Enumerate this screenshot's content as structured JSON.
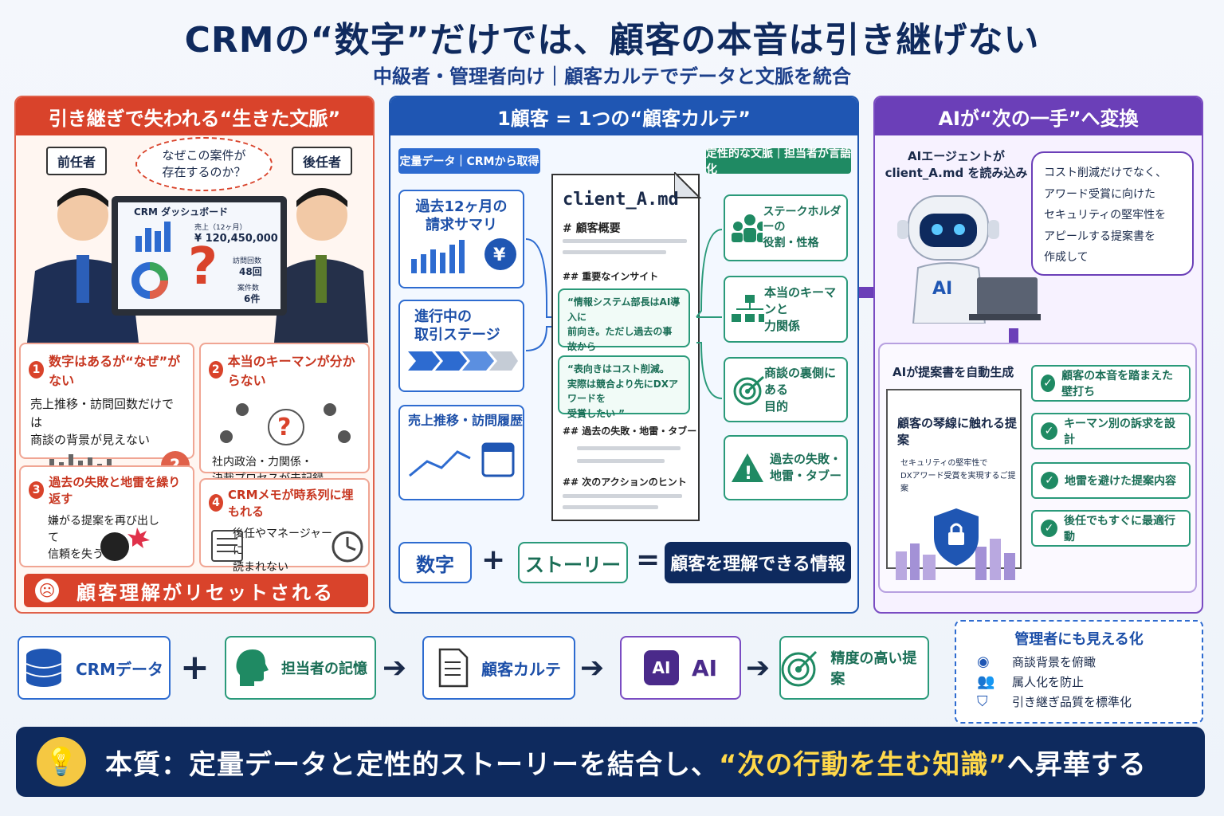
{
  "title": "CRMの“数字”だけでは、顧客の本音は引き継げない",
  "subtitle": "中級者・管理者向け｜顧客カルテでデータと文脈を統合",
  "left": {
    "header": "引き継ぎで失われる“生きた文脈”",
    "predecessor": "前任者",
    "successor": "後任者",
    "bubble": "なぜこの案件が\n存在するのか？",
    "dashboard": {
      "title": "CRM ダッシュボード",
      "sales_label": "売上（12ヶ月）",
      "sales_value": "¥ 120,450,000",
      "visits_label": "訪問回数",
      "visits_value": "48回",
      "deals_label": "案件数",
      "deals_value": "6件"
    },
    "cards": [
      {
        "num": "1",
        "title": "数字はあるが“なぜ”がない",
        "text": "売上推移・訪問回数だけでは\n商談の背景が見えない"
      },
      {
        "num": "2",
        "title": "本当のキーマンが分からない",
        "text": "社内政治・力関係・\n決裁プロセスが未記録"
      },
      {
        "num": "3",
        "title": "過去の失敗と地雷を繰り返す",
        "text": "嫌がる提案を再び出して\n信頼を失う"
      },
      {
        "num": "4",
        "title": "CRMメモが時系列に埋もれる",
        "text": "後任やマネージャーに\n読まれない"
      }
    ],
    "reset": "顧客理解がリセットされる"
  },
  "mid": {
    "header": "1顧客 = 1つの“顧客カルテ”",
    "quant_label": "定量データ｜CRMから取得",
    "qual_label": "定性的な文脈｜担当者が言語化",
    "quant": [
      "過去12ヶ月の\n請求サマリ",
      "進行中の\n取引ステージ",
      "売上推移・訪問履歴"
    ],
    "qual": [
      "ステークホルダーの\n役割・性格",
      "本当のキーマンと\n力関係",
      "商談の裏側にある\n目的",
      "過去の失敗・\n地雷・タブー"
    ],
    "doc": {
      "filename": "client_A.md",
      "h1": "# 顧客概要",
      "h2": "## 重要なインサイト",
      "q1": "“情報システム部長はAI導入に\n前向き。ただし過去の事故から\nセキュリティ評価に厳しい ”",
      "q2": "“表向きはコスト削減。\n実際は競合より先にDXアワードを\n受賞したい ”",
      "h3": "## 過去の失敗・地雷・タブー",
      "h4": "## 次のアクションのヒント"
    },
    "eq": {
      "a": "数字",
      "b": "ストーリー",
      "c": "顧客を理解できる情報"
    }
  },
  "right": {
    "header": "AIが“次の一手”へ変換",
    "agent_text": "AIエージェントが\nclient_A.md を読み込み",
    "robot_label": "AI",
    "bubble": "コスト削減だけでなく、\nアワード受賞に向けた\nセキュリティの堅牢性を\nアピールする提案書を\n作成して",
    "gen_label": "AIが提案書を自動生成",
    "proposal_title": "顧客の琴線に触れる提案",
    "proposal_sub": "セキュリティの堅牢性で\nDXアワード受賞を実現するご提案",
    "checks": [
      "顧客の本音を踏まえた壁打ち",
      "キーマン別の訴求を設計",
      "地雷を避けた提案内容",
      "後任でもすぐに最適行動"
    ]
  },
  "flow": [
    "CRMデータ",
    "担当者の記憶",
    "顧客カルテ",
    "AI",
    "精度の高い提案"
  ],
  "flow_ai_badge": "AI",
  "mgr": {
    "title": "管理者にも見える化",
    "items": [
      "商談背景を俯瞰",
      "属人化を防止",
      "引き継ぎ品質を標準化"
    ]
  },
  "bottom": {
    "pre": "本質：定量データと定性的ストーリーを結合し、",
    "hl": "“次の行動を生む知識”",
    "post": "へ昇華する"
  },
  "colors": {
    "red": "#d9432b",
    "blue": "#1f56b3",
    "purple": "#6b3fb8",
    "green": "#1f8a63",
    "navy": "#0e2a5e"
  }
}
